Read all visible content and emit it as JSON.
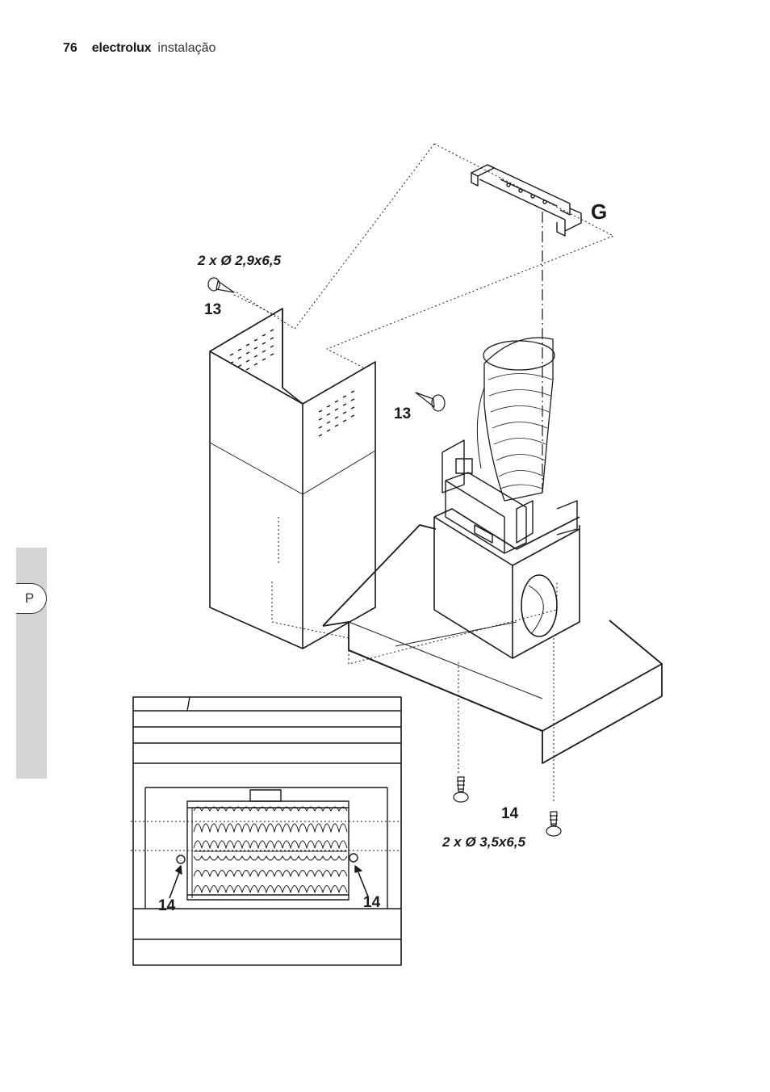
{
  "header": {
    "page_number": "76",
    "brand": "electrolux",
    "section": "instalação"
  },
  "side_tab": {
    "language": "P"
  },
  "figure": {
    "label_g": "G",
    "label_13_top": "13",
    "label_13_mid": "13",
    "label_14_main": "14",
    "label_14_left": "14",
    "label_14_right": "14",
    "screw_spec_top": "2 x Ø 2,9x6,5",
    "screw_spec_bottom": "2 x Ø 3,5x6,5"
  }
}
